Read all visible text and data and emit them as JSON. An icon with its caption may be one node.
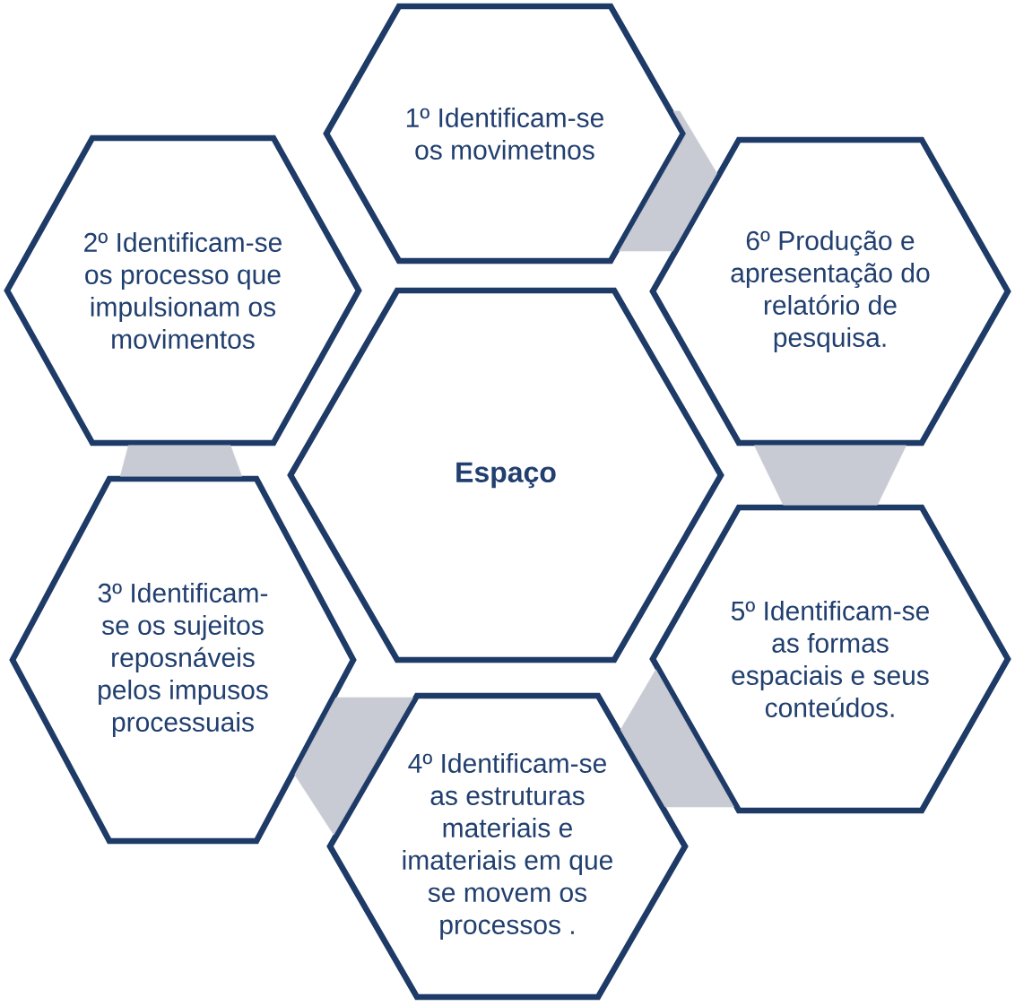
{
  "diagram": {
    "nodes": [
      {
        "text": [
          "1º Identificam-se os movimetnos"
        ]
      },
      {
        "text": [
          "2º Identificam-se os processo que impulsionam os movimentos"
        ]
      },
      {
        "text": [
          "6º Produção e apresentação do relatório de pesquisa."
        ]
      },
      {
        "text": [
          "Espaço"
        ]
      },
      {
        "text": [
          "3º Identificam-se os sujeitos reposnáveis pelos impusos processuais"
        ]
      },
      {
        "text": [
          "5º Identificam-se as formas espaciais e seus conteúdos."
        ]
      },
      {
        "text": [
          "4º Identificam-se as estruturas materiais e imateriais em que se movem os processos ."
        ]
      }
    ],
    "edges": [
      {
        "from": 1,
        "to": 4,
        "arrow": "none"
      },
      {
        "from": 4,
        "to": 6,
        "arrow": "none"
      },
      {
        "from": 6,
        "to": 5,
        "arrow": "none"
      },
      {
        "from": 5,
        "to": 2,
        "arrow": "none"
      },
      {
        "from": 2,
        "to": 0,
        "arrow": "none"
      }
    ]
  }
}
